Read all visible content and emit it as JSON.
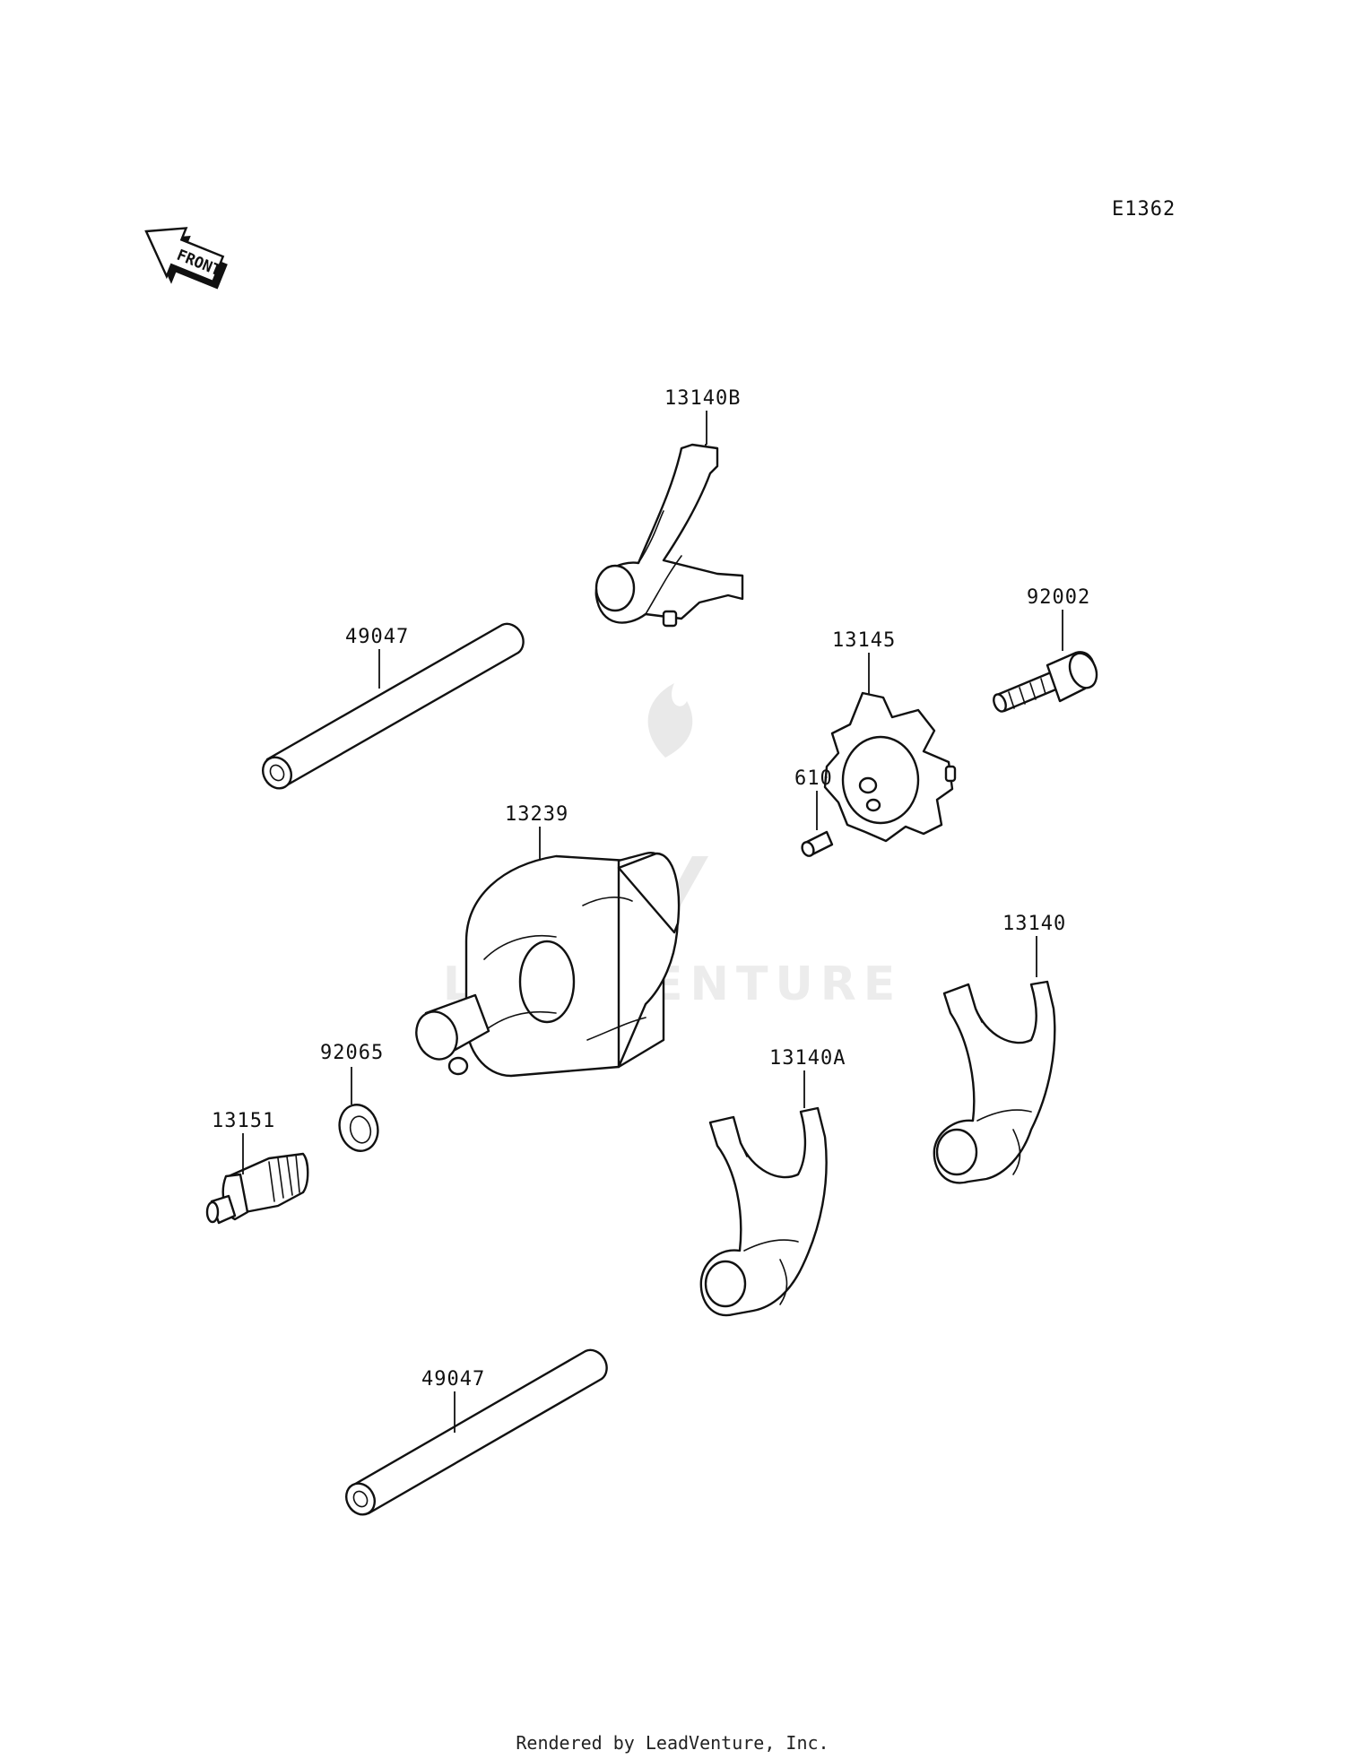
{
  "diagram_code": "E1362",
  "orientation": {
    "label": "FRONT",
    "icon": "front-arrow-icon"
  },
  "watermark": {
    "text": "LEADVENTURE",
    "icon": "flame-logo-icon"
  },
  "callouts": {
    "shift_fork_b": "13140B",
    "shift_rod_upper": "49047",
    "bolt": "92002",
    "drum_cam": "13145",
    "pin": "610",
    "shift_drum": "13239",
    "shift_fork": "13140",
    "washer": "92065",
    "shift_fork_a": "13140A",
    "neutral_switch": "13151",
    "shift_rod_lower": "49047"
  },
  "footer": "Rendered by LeadVenture, Inc."
}
